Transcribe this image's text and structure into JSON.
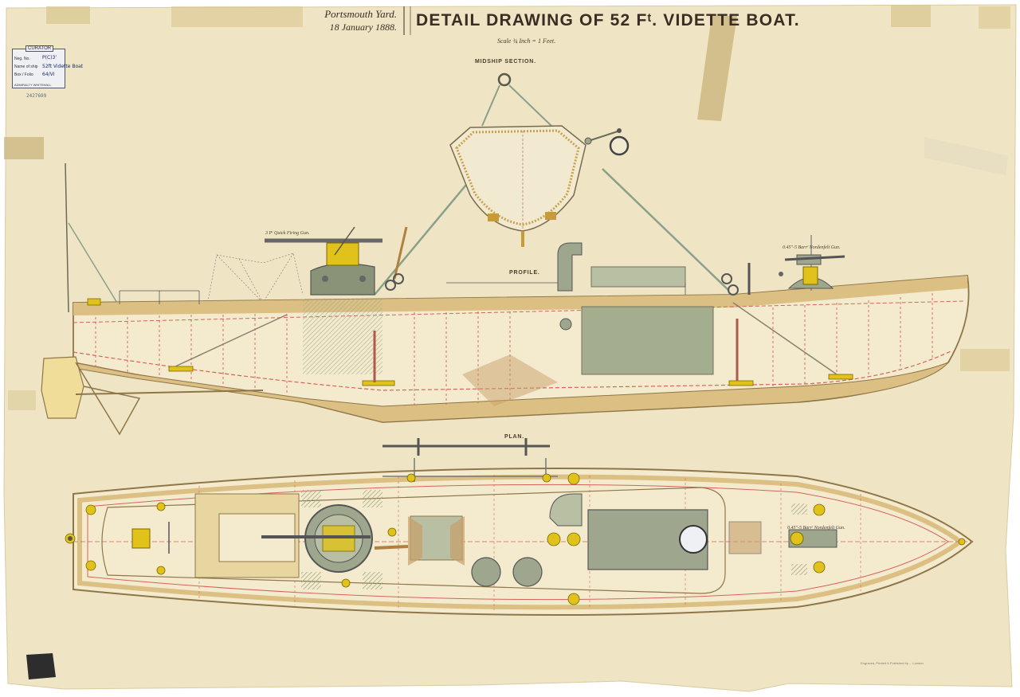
{
  "title": {
    "main": "DETAIL DRAWING OF 52 Fᵗ. VIDETTE BOAT.",
    "place": "Portsmouth Yard.",
    "date": "18 January 1888.",
    "scale": "Scale ¾ Inch = 1 Feet."
  },
  "sections": {
    "midship": "MIDSHIP SECTION.",
    "profile": "PROFILE.",
    "plan": "PLAN."
  },
  "labels": {
    "qf_gun": "3 Pʳ Quick Firing Gun.",
    "nordenfelt_profile": "0.45″-5 Barrʳ Nordenfelt Gun.",
    "nordenfelt_plan": "0.45″-5 Barrʳ Nordenfelt Gun."
  },
  "stamp": {
    "header": "CURATOR",
    "row1": "Neg. No.",
    "row1_hand": "P(C)3’",
    "row2": "Name of ship",
    "row2_hand": "52ft Vidette Boat",
    "row3": "Box / Folio",
    "row3_hand": "64/VI",
    "footer": "ADMIRALTY WHITEHALL"
  },
  "reference_number": "2427699",
  "printer_note": "Engraved, Printed & Published by ... London",
  "colors": {
    "paper": "#efe5c4",
    "hull": "#dcc083",
    "hull_edge": "#8f7648",
    "frame_red": "#d4645a",
    "gun_green": "#9ea78e",
    "brass": "#e0c21a",
    "tape": "#d8c58f"
  }
}
